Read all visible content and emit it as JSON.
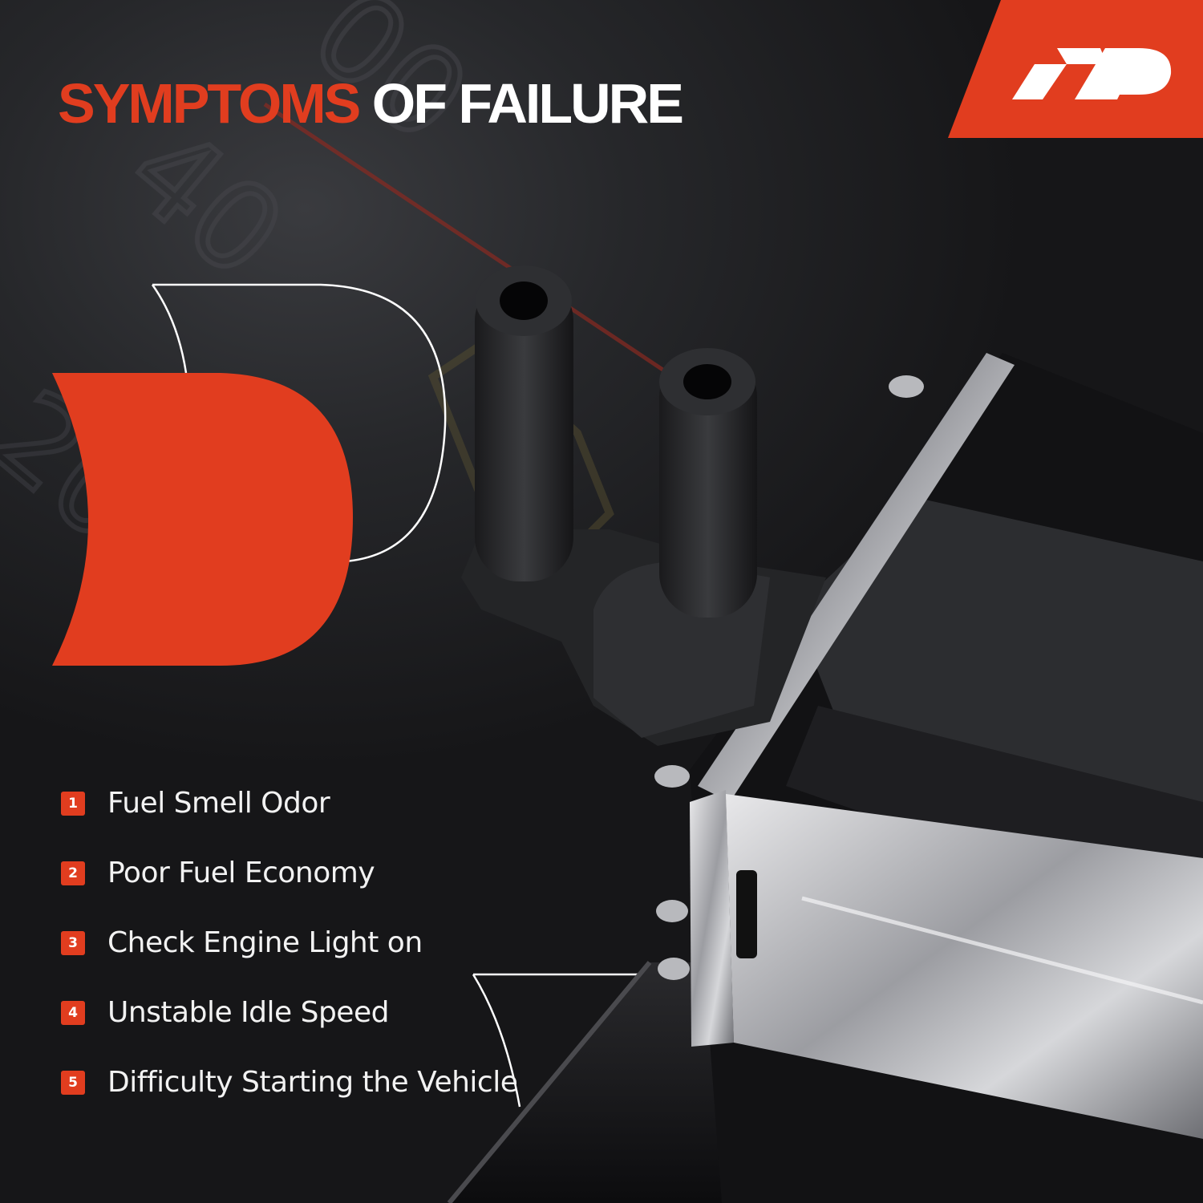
{
  "headline": {
    "part1": "SYMPTOMS",
    "part2": "OF FAILURE"
  },
  "brand": {
    "logo_icon": "a-premium-logo-icon",
    "accent_color": "#e13d1f"
  },
  "symptoms": [
    {
      "number": "1",
      "label": "Fuel Smell Odor"
    },
    {
      "number": "2",
      "label": "Poor Fuel Economy"
    },
    {
      "number": "3",
      "label": "Check Engine Light on"
    },
    {
      "number": "4",
      "label": "Unstable Idle Speed"
    },
    {
      "number": "5",
      "label": "Difficulty Starting the Vehicle"
    }
  ],
  "colors": {
    "background": "#1b1b1d",
    "text": "#ffffff"
  }
}
